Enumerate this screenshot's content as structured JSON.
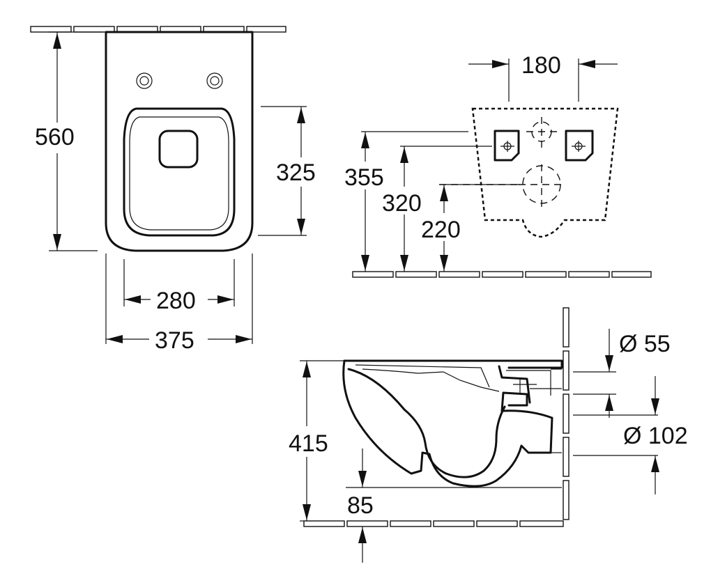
{
  "dimensions": {
    "top_view": {
      "depth": "560",
      "seat_opening_length": "325",
      "seat_opening_width": "280",
      "overall_width": "375"
    },
    "rear_view": {
      "fixing_spacing": "180",
      "drain_height": "355",
      "fixing_height": "320",
      "inlet_height": "220"
    },
    "side_view": {
      "height": "415",
      "inlet_diameter": "Ø 55",
      "outlet_diameter": "Ø 102",
      "outlet_offset": "85"
    }
  }
}
